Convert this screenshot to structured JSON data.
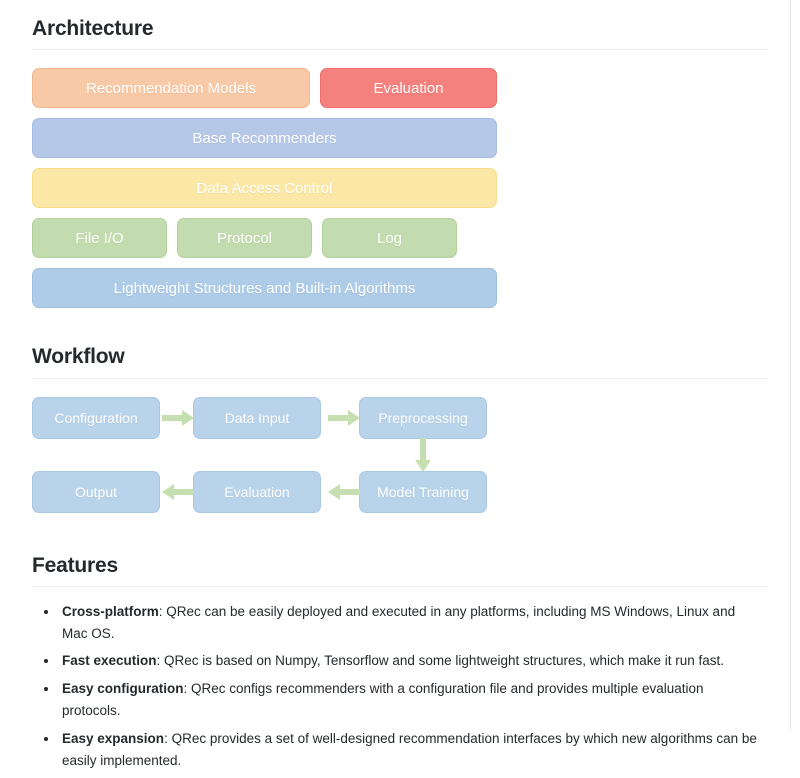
{
  "architecture": {
    "heading": "Architecture",
    "rows": [
      {
        "blocks": [
          {
            "label": "Recommendation Models",
            "color": "#f7c9a6"
          },
          {
            "label": "Evaluation",
            "color": "#f5817e"
          }
        ]
      },
      {
        "blocks": [
          {
            "label": "Base Recommenders",
            "color": "#b6c8e8"
          }
        ]
      },
      {
        "blocks": [
          {
            "label": "Data Access Control",
            "color": "#fbe8a6"
          }
        ]
      },
      {
        "blocks": [
          {
            "label": "File I/O",
            "color": "#c3dcaf"
          },
          {
            "label": "Protocol",
            "color": "#c3dcaf"
          },
          {
            "label": "Log",
            "color": "#c3dcaf"
          }
        ]
      },
      {
        "blocks": [
          {
            "label": "Lightweight Structures and Built-in Algorithms",
            "color": "#aecce8"
          }
        ]
      }
    ]
  },
  "workflow": {
    "heading": "Workflow",
    "box_color": "#b9d3ea",
    "arrow_color": "#c5dfb0",
    "nodes": [
      {
        "id": "configuration",
        "label": "Configuration"
      },
      {
        "id": "data-input",
        "label": "Data Input"
      },
      {
        "id": "preprocessing",
        "label": "Preprocessing"
      },
      {
        "id": "model-training",
        "label": "Model Training"
      },
      {
        "id": "evaluation",
        "label": "Evaluation"
      },
      {
        "id": "output",
        "label": "Output"
      }
    ],
    "edges": [
      {
        "from": "configuration",
        "to": "data-input",
        "direction": "right"
      },
      {
        "from": "data-input",
        "to": "preprocessing",
        "direction": "right"
      },
      {
        "from": "preprocessing",
        "to": "model-training",
        "direction": "down"
      },
      {
        "from": "model-training",
        "to": "evaluation",
        "direction": "left"
      },
      {
        "from": "evaluation",
        "to": "output",
        "direction": "left"
      }
    ]
  },
  "features": {
    "heading": "Features",
    "items": [
      {
        "term": "Cross-platform",
        "desc": ": QRec can be easily deployed and executed in any platforms, including MS Windows, Linux and Mac OS."
      },
      {
        "term": "Fast execution",
        "desc": ": QRec is based on Numpy, Tensorflow and some lightweight structures, which make it run fast."
      },
      {
        "term": "Easy configuration",
        "desc": ": QRec configs recommenders with a configuration file and provides multiple evaluation protocols."
      },
      {
        "term": "Easy expansion",
        "desc": ": QRec provides a set of well-designed recommendation interfaces by which new algorithms can be easily implemented."
      }
    ]
  }
}
